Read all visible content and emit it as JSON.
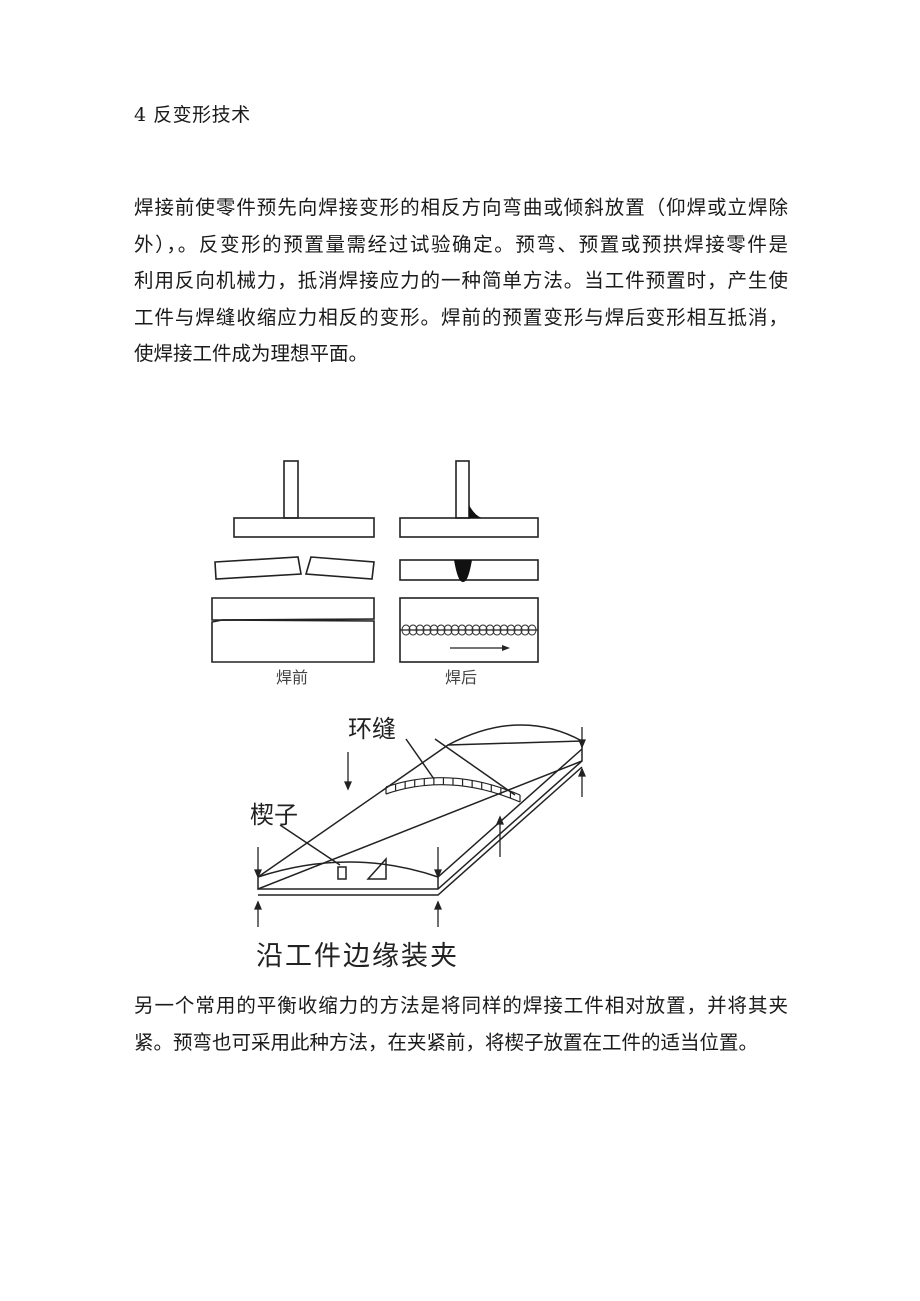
{
  "document": {
    "heading": "4 反变形技术",
    "paragraph1_lines": [
      "焊接前使零件预先向焊接变形的相反方向弯曲或倾斜放置（仰焊或立焊除",
      "外），。反变形的预置量需经过试验确定。预弯、预置或预拱焊接零件是",
      "利用反向机械力，抵消焊接应力的一种简单方法。当工件预置时，产生使",
      "工件与焊缝收缩应力相反的变形。焊前的预置变形与焊后变形相互抵消，",
      "使焊接工件成为理想平面。"
    ],
    "paragraph2_lines": [
      "另一个常用的平衡收缩力的方法是将同样的焊接工件相对放置，并将其夹",
      "紧。预弯也可采用此种方法，在夹紧前，将楔子放置在工件的适当位置。"
    ]
  },
  "figure1": {
    "label_before": "焊前",
    "label_after": "焊后"
  },
  "figure2": {
    "label_ring_seam": "环缝",
    "label_wedge": "楔子",
    "caption": "沿工件边缘装夹"
  }
}
